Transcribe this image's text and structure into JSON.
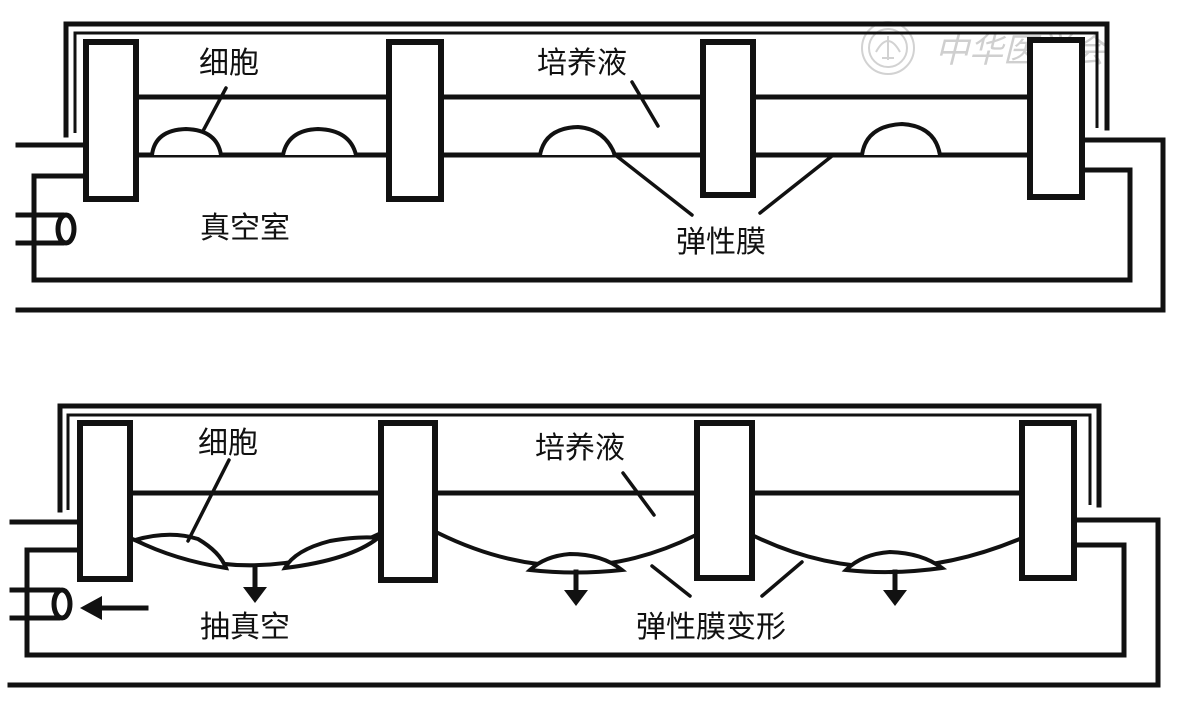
{
  "figure": {
    "top_panel": {
      "state": "resting",
      "labels": {
        "cell": "细胞",
        "culture_medium": "培养液",
        "vacuum_chamber": "真空室",
        "elastic_membrane": "弹性膜"
      }
    },
    "bottom_panel": {
      "state": "vacuum applied",
      "labels": {
        "cell": "细胞",
        "culture_medium": "培养液",
        "evacuate": "抽真空",
        "membrane_deformation": "弹性膜变形"
      }
    },
    "watermark": {
      "text": "中华医学会",
      "logo": "society-seal-icon"
    }
  }
}
